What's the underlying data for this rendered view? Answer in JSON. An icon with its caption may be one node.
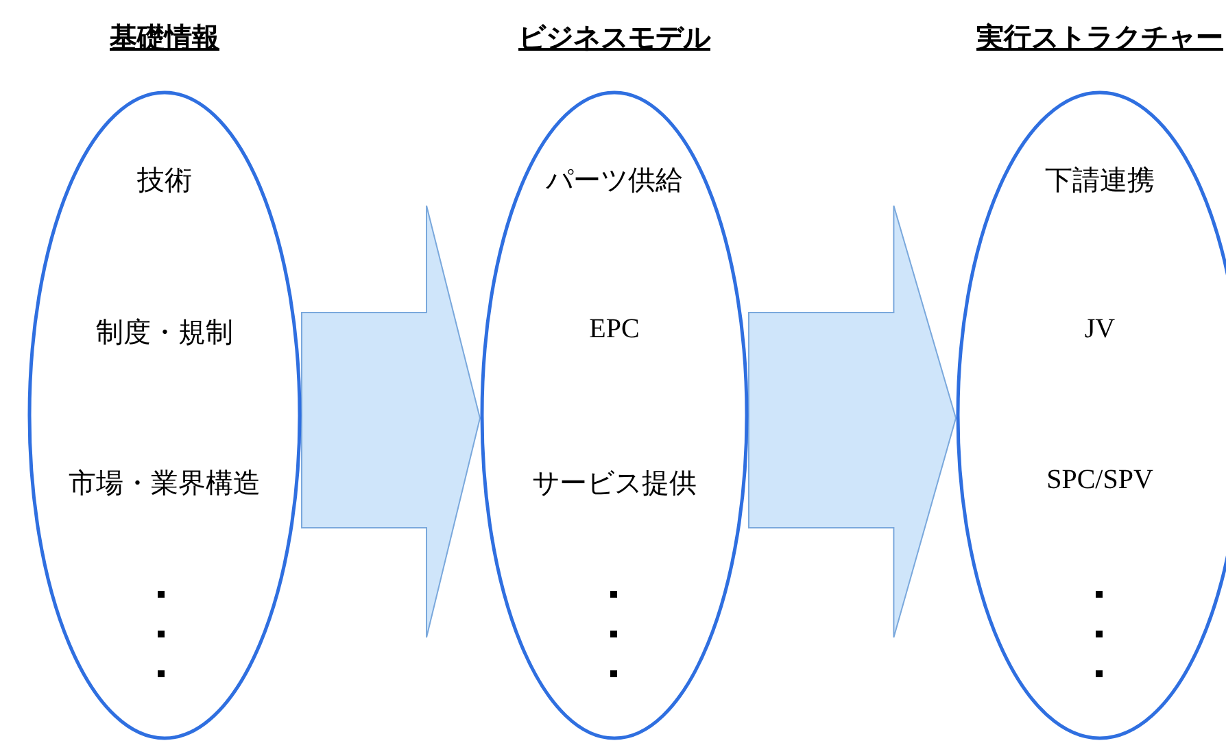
{
  "diagram": {
    "nodes": [
      {
        "text": [
          "基礎情報",
          "技術",
          "制度・規制",
          "市場・業界構造"
        ]
      },
      {
        "text": [
          "ビジネスモデル",
          "パーツ供給",
          "EPC",
          "サービス提供"
        ]
      },
      {
        "text": [
          "実行ストラクチャー",
          "下請連携",
          "JV",
          "SPC/SPV"
        ]
      }
    ],
    "edges": [
      {
        "from": 0,
        "to": 1,
        "arrow": "to"
      },
      {
        "from": 1,
        "to": 2,
        "arrow": "to"
      }
    ]
  }
}
